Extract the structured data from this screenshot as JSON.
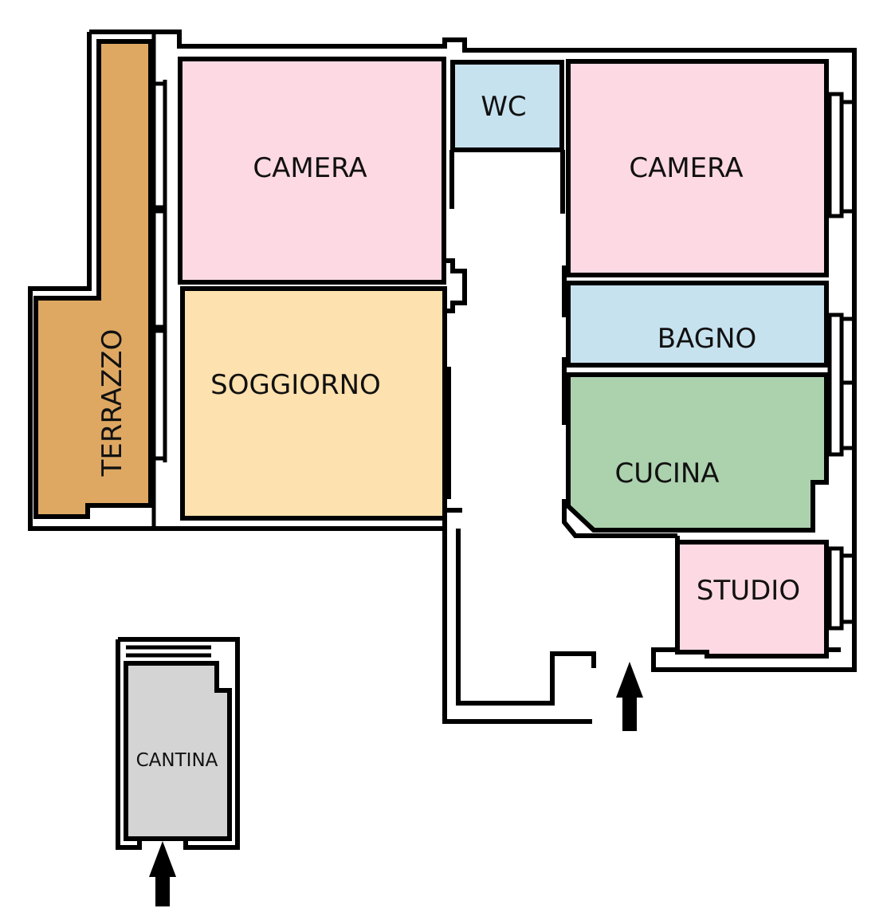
{
  "title": "Floor plan",
  "colors": {
    "terrazzo": "#dea862",
    "camera": "#fdd9e4",
    "wc": "#c7e2ef",
    "soggiorno": "#fde1ae",
    "bagno": "#c7e2ef",
    "cucina": "#acd1ad",
    "studio": "#fdd9e4",
    "cantina": "#d4d4d4",
    "wall": "#000000"
  },
  "rooms": {
    "terrazzo": {
      "label": "TERRAZZO"
    },
    "camera_left": {
      "label": "CAMERA"
    },
    "wc": {
      "label": "WC"
    },
    "camera_right": {
      "label": "CAMERA"
    },
    "soggiorno": {
      "label": "SOGGIORNO"
    },
    "bagno": {
      "label": "BAGNO"
    },
    "cucina": {
      "label": "CUCINA"
    },
    "studio": {
      "label": "STUDIO"
    },
    "cantina": {
      "label": "CANTINA"
    }
  },
  "entrances": [
    {
      "name": "main-entrance",
      "icon": "arrow-up-icon"
    },
    {
      "name": "cantina-entrance",
      "icon": "arrow-up-icon"
    }
  ]
}
